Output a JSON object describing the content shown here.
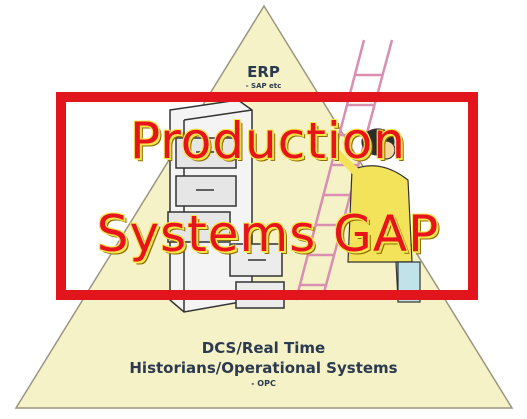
{
  "diagram": {
    "top_level": {
      "title": "ERP",
      "subtitle": "- SAP etc"
    },
    "gap_banner": {
      "line1": "Production",
      "line2": "Systems GAP"
    },
    "bottom_level": {
      "line1": "DCS/Real Time",
      "line2": "Historians/Operational Systems",
      "subtitle": "- OPC"
    }
  },
  "colors": {
    "pyramid_fill": "#f5f2c8",
    "pyramid_stroke": "#9a9680",
    "frame_red": "#e2141c",
    "text_dark": "#2b3a4f",
    "ladder": "#d98fb0",
    "figure_yellow": "#f3e35a"
  },
  "icons": [
    "filing-cabinet-icon",
    "ladder-climber-icon"
  ]
}
